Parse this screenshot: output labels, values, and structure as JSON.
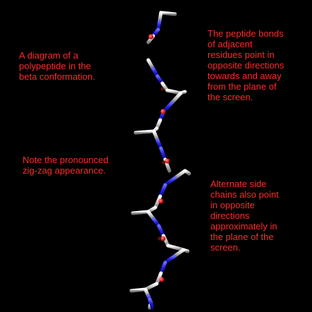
{
  "background_color": "#000000",
  "text_color": "#ff2a2a",
  "atom_colors": {
    "carbon": "#d4d4d4",
    "nitrogen": "#1f1fe6",
    "oxygen": "#ff1a1a",
    "hydrogen": "#f0f0f0"
  },
  "captions": {
    "left_top": "A diagram of a\npolypeptide in the\nbeta conformation.",
    "right_top": "The peptide bonds\nof adjacent\nresidues point in\nopposite directions\ntowards and away\nfrom the plane of\nthe screen.",
    "left_mid": "Note the pronounced\nzig-zag appearance.",
    "right_bottom": "Alternate side\nchains also point\nin opposite\ndirections\napproximately in\nthe plane of the\nscreen."
  }
}
